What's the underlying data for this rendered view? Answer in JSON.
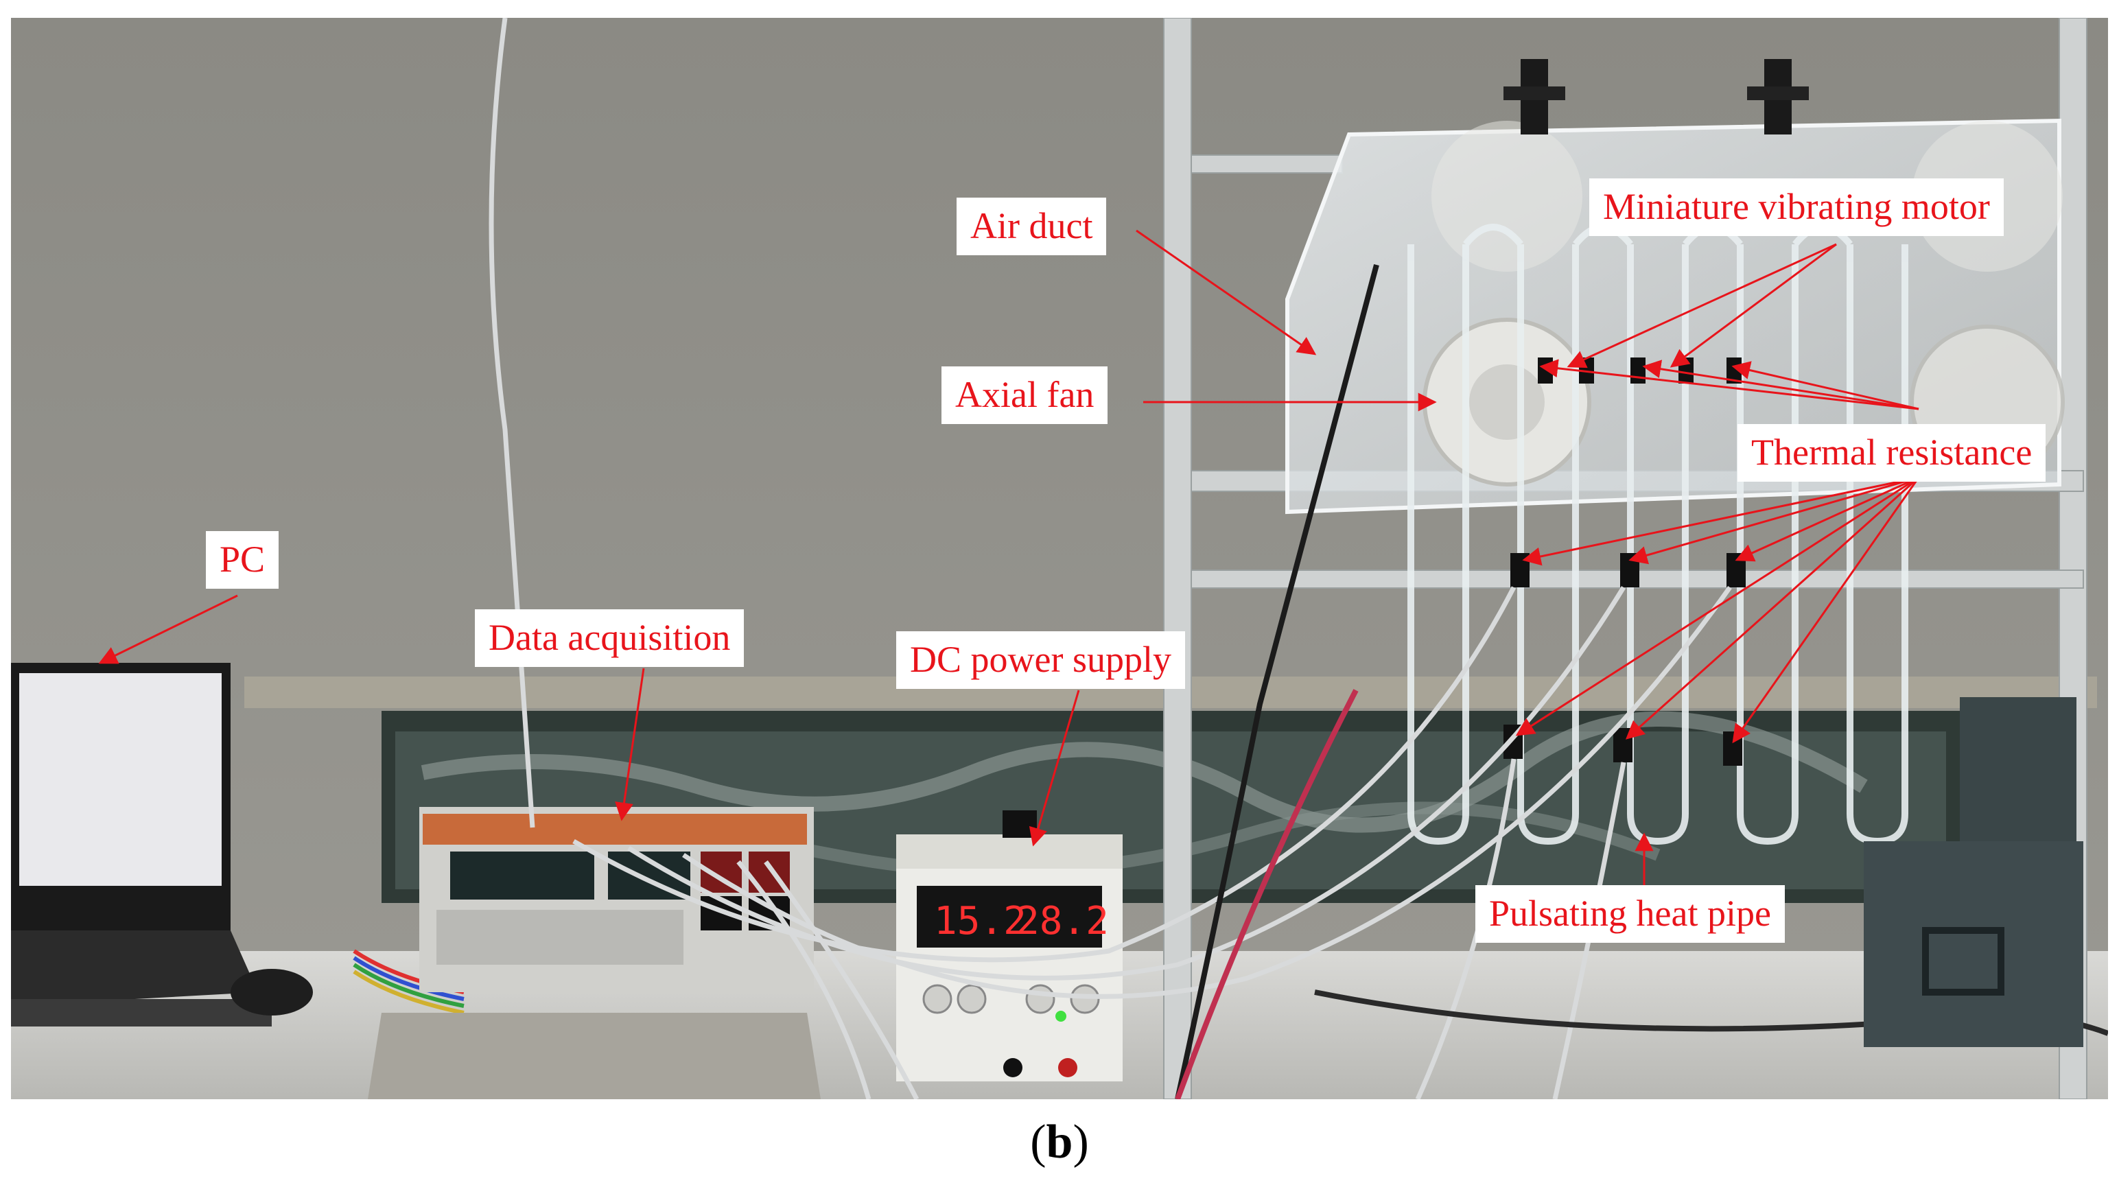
{
  "figure": {
    "labels": {
      "pc": "PC",
      "data_acquisition": "Data acquisition",
      "dc_power_supply": "DC power supply",
      "air_duct": "Air duct",
      "axial_fan": "Axial fan",
      "miniature_vibrating_motor": "Miniature vibrating motor",
      "thermal_resistance": "Thermal resistance",
      "pulsating_heat_pipe": "Pulsating heat pipe"
    },
    "power_supply_display": {
      "voltage_reading": "15.2",
      "current_reading": "28.2"
    },
    "caption": {
      "open": "(",
      "letter": "b",
      "close": ")"
    }
  },
  "colors": {
    "label_text": "#e8141b",
    "arrow": "#e8141b",
    "background_wall": "#8e8c86",
    "bench": "#d4d4d0"
  }
}
